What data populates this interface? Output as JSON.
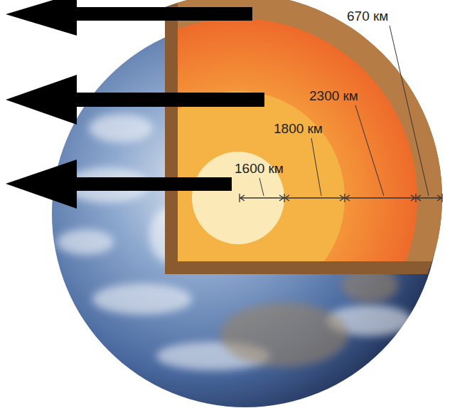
{
  "diagram": {
    "labels": [
      "670 км",
      "2300 км",
      "1800 км",
      "1600 км"
    ]
  }
}
